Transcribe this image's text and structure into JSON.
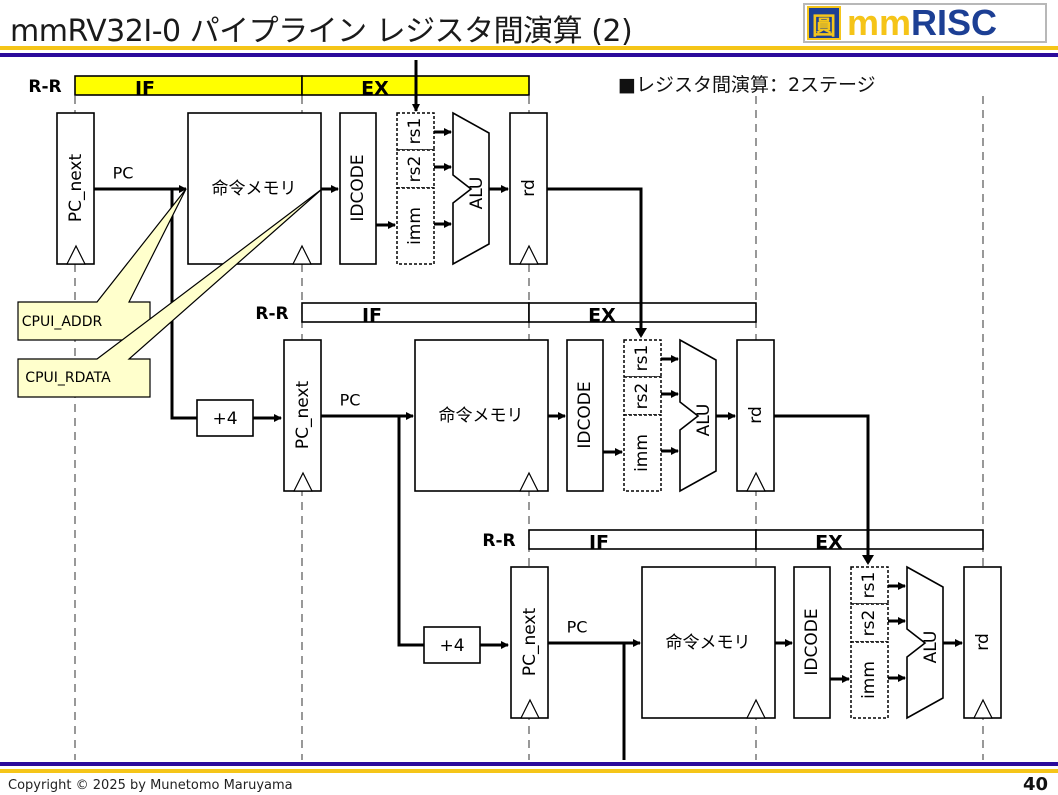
{
  "header": {
    "title": "mmRV32I-0 パイプライン レジスタ間演算 (2)",
    "logo": {
      "mark": "圓",
      "mm": "mm",
      "risc": "RISC"
    }
  },
  "note": "■レジスタ間演算：2ステージ",
  "colors": {
    "accent_yellow": "#f5c518",
    "accent_blue": "#2b0a9b",
    "stage_active": "#ffff00",
    "callout_fill": "#ffffcc"
  },
  "pipelines": [
    {
      "row_label": "R-R",
      "stages": [
        "IF",
        "EX"
      ],
      "highlighted": true,
      "blocks": {
        "pc_reg": "PC_next",
        "pc_signal": "PC",
        "imem": "命令メモリ",
        "decoder": "IDCODE",
        "rs1": "rs1",
        "rs2": "rs2",
        "imm": "imm",
        "alu": "ALU",
        "rd": "rd"
      },
      "adder": null
    },
    {
      "row_label": "R-R",
      "stages": [
        "IF",
        "EX"
      ],
      "highlighted": false,
      "blocks": {
        "pc_reg": "PC_next",
        "pc_signal": "PC",
        "imem": "命令メモリ",
        "decoder": "IDCODE",
        "rs1": "rs1",
        "rs2": "rs2",
        "imm": "imm",
        "alu": "ALU",
        "rd": "rd"
      },
      "adder": "+4"
    },
    {
      "row_label": "R-R",
      "stages": [
        "IF",
        "EX"
      ],
      "highlighted": false,
      "blocks": {
        "pc_reg": "PC_next",
        "pc_signal": "PC",
        "imem": "命令メモリ",
        "decoder": "IDCODE",
        "rs1": "rs1",
        "rs2": "rs2",
        "imm": "imm",
        "alu": "ALU",
        "rd": "rd"
      },
      "adder": "+4"
    }
  ],
  "callouts": [
    {
      "label": "CPUI_ADDR"
    },
    {
      "label": "CPUI_RDATA"
    }
  ],
  "footer": {
    "copyright": "Copyright © 2025 by Munetomo Maruyama",
    "page_number": "40"
  }
}
